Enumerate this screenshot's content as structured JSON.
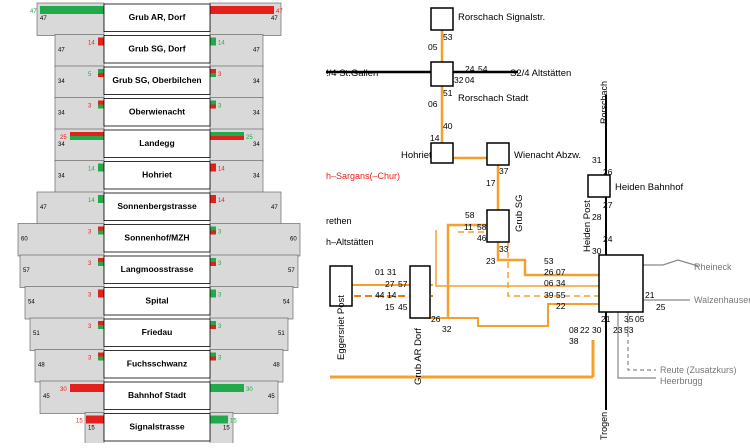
{
  "stations": [
    {
      "name": "Grub AR, Dorf",
      "side": "47",
      "left_min": "47",
      "right_min": "47",
      "left_bar": "green",
      "right_bar": "red"
    },
    {
      "name": "Grub SG, Dorf",
      "side": "47",
      "left_min": "14",
      "right_min": "14",
      "left_bar": "red",
      "right_bar": "green"
    },
    {
      "name": "Grub SG, Oberbilchen",
      "side": "34",
      "left_min": "5",
      "right_min": "3",
      "left_bar": "green_red",
      "right_bar": "red_green"
    },
    {
      "name": "Oberwienacht",
      "side": "34",
      "left_min": "3",
      "right_min": "3",
      "left_bar": "red_green",
      "right_bar": "green_red"
    },
    {
      "name": "Landegg",
      "side": "34",
      "left_min": "25",
      "right_min": "25",
      "left_bar": "red_green",
      "right_bar": "green_red"
    },
    {
      "name": "Hohriet",
      "side": "34",
      "left_min": "14",
      "right_min": "14",
      "left_bar": "green",
      "right_bar": "red"
    },
    {
      "name": "Sonnenbergstrasse",
      "side": "47",
      "left_min": "14",
      "right_min": "14",
      "left_bar": "green",
      "right_bar": "red"
    },
    {
      "name": "Sonnenhof/MZH",
      "side": "60",
      "left_min": "3",
      "right_min": "3",
      "left_bar": "red_green",
      "right_bar": "green_red"
    },
    {
      "name": "Langmoosstrasse",
      "side": "57",
      "left_min": "3",
      "right_min": "3",
      "left_bar": "red_green",
      "right_bar": "green_red"
    },
    {
      "name": "Spital",
      "side": "54",
      "left_min": "3",
      "right_min": "3",
      "left_bar": "red",
      "right_bar": "green"
    },
    {
      "name": "Friedau",
      "side": "51",
      "left_min": "3",
      "right_min": "3",
      "left_bar": "red_green",
      "right_bar": "green_red"
    },
    {
      "name": "Fuchsschwanz",
      "side": "48",
      "left_min": "3",
      "right_min": "3",
      "left_bar": "red_green",
      "right_bar": "green_red"
    },
    {
      "name": "Bahnhof Stadt",
      "side": "45",
      "left_min": "30",
      "right_min": "30",
      "left_bar": "red",
      "right_bar": "green"
    },
    {
      "name": "Signalstrasse",
      "side": "15",
      "left_min": "15",
      "right_min": "15",
      "left_bar": "red",
      "right_bar": "green"
    }
  ],
  "map": {
    "nodes": {
      "rorschach_signalstr": "Rorschach Signalstr.",
      "rorschach_stadt": "Rorschach Stadt",
      "hohriet": "Hohriet",
      "wienacht": "Wienacht Abzw.",
      "grub_sg": "Grub SG",
      "heiden_bahnhof": "Heiden Bahnhof",
      "heiden_post": "Heiden Post",
      "grub_ar_dorf": "Grub AR Dorf",
      "eggersriet_post": "Eggersriet Post"
    },
    "routes": {
      "st_gallen": "!/4 St.Gallen",
      "altstaetten": "S2/4 Altstätten",
      "sargans": "h–Sargans(–Chur)",
      "rethen": "rethen",
      "h_altstaetten": "h–Altstätten",
      "rorschach_top": "Rorschach",
      "rheineck": "Rheineck",
      "walzenhausen": "Walzenhausen",
      "reute": "Reute (Zusatzkurs)",
      "heerbrugg": "Heerbrugg",
      "trogen": "Trogen"
    },
    "minutes": {
      "m53a": "53",
      "m05a": "05",
      "m24": "24",
      "m54": "54",
      "m32a": "32",
      "m04": "04",
      "m51": "51",
      "m06a": "06",
      "m40": "40",
      "m14": "14",
      "m37": "37",
      "m17": "17",
      "m58a": "58",
      "m11": "11",
      "m58b": "58",
      "m46": "46",
      "m33": "33",
      "m23a": "23",
      "m53b": "53",
      "m26a": "26",
      "m07": "07",
      "m06b": "06",
      "m34": "34",
      "m39": "39",
      "m55": "55",
      "m22": "22",
      "m31a": "31",
      "m26b": "26",
      "m27a": "27",
      "m28": "28",
      "m24b": "24",
      "m30a": "30",
      "m01": "01",
      "m31b": "31",
      "m27b": "27",
      "m57": "57",
      "m44": "44",
      "m14b": "14",
      "m15": "15",
      "m45": "45",
      "m26c": "26",
      "m32b": "32",
      "m21a": "21",
      "m25": "25",
      "m08": "08",
      "m38": "38",
      "m22b": "22",
      "m30b": "30",
      "m21b": "21",
      "m23b": "23",
      "m53c": "53",
      "m35": "35",
      "m05b": "05"
    }
  },
  "colors": {
    "orange": "#f5a02a",
    "red": "#e2201c",
    "green": "#22a94a",
    "gray": "#d9d9d9",
    "dark_orange": "#e87e16"
  }
}
